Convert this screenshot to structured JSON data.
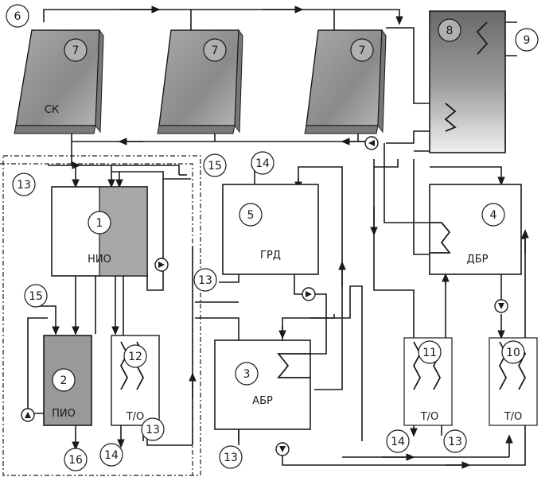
{
  "labels": {
    "box_left_top": "НИО",
    "box_left_bottom": "ПИО",
    "box_center": "ГРД",
    "box_center_bottom": "АБР",
    "box_right": "ДБР",
    "collector": "СК",
    "hx_short": "Т/О"
  },
  "numbers": {
    "n1": "1",
    "n2": "2",
    "n3": "3",
    "n4": "4",
    "n5": "5",
    "n6": "6",
    "n7": "7",
    "n8": "8",
    "n9": "9",
    "n10": "10",
    "n11": "11",
    "n12": "12",
    "n13": "13",
    "n14": "14",
    "n15": "15",
    "n16": "16"
  },
  "colors": {
    "line": "#1a1a1a",
    "panel": "#9b9b9b",
    "panel_dark": "#6f6f6f",
    "tank": "#8c8c8c",
    "box": "#ffffff"
  }
}
